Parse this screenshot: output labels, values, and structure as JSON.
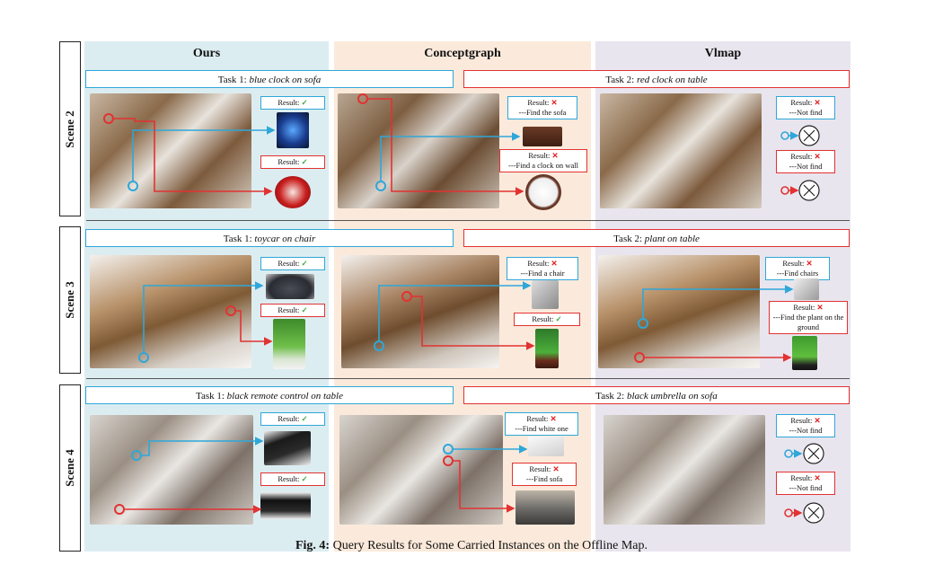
{
  "columns": {
    "ours": "Ours",
    "conceptgraph": "Conceptgraph",
    "vlmap": "Vlmap"
  },
  "scenes": [
    "Scene 2",
    "Scene 3",
    "Scene 4"
  ],
  "tasks": {
    "s2t1_prefix": "Task 1: ",
    "s2t1_obj": "blue clock on sofa",
    "s2t2_prefix": "Task 2: ",
    "s2t2_obj": "red clock on table",
    "s3t1_prefix": "Task 1: ",
    "s3t1_obj": "toycar on chair",
    "s3t2_prefix": "Task 2: ",
    "s3t2_obj": "plant on table",
    "s4t1_prefix": "Task 1: ",
    "s4t1_obj": "black remote control on table",
    "s4t2_prefix": "Task 2: ",
    "s4t2_obj": "black umbrella on sofa"
  },
  "results": {
    "label": "Result:",
    "check": "✓",
    "cross": "✕",
    "cg_s2_t1": "---Find the sofa",
    "cg_s2_t2": "---Find a clock on wall",
    "vl_s2_t1": "---Not find",
    "vl_s2_t2": "---Not find",
    "cg_s3_t1": "---Find a chair",
    "vl_s3_t1": "---Find chairs",
    "vl_s3_t2": "---Find the plant on the ground",
    "cg_s4_t1": "---Find white one",
    "cg_s4_t2": "---Find sofa",
    "vl_s4_t1": "---Not find",
    "vl_s4_t2": "---Not find"
  },
  "caption": {
    "label": "Fig. 4:",
    "text": " Query Results for Some Carried Instances on the Offline Map."
  },
  "colors": {
    "blue": "#2ea7d9",
    "red": "#e23232",
    "ours_bg": "#dcedf1",
    "cg_bg": "#fbeadb",
    "vl_bg": "#e9e5ee"
  }
}
